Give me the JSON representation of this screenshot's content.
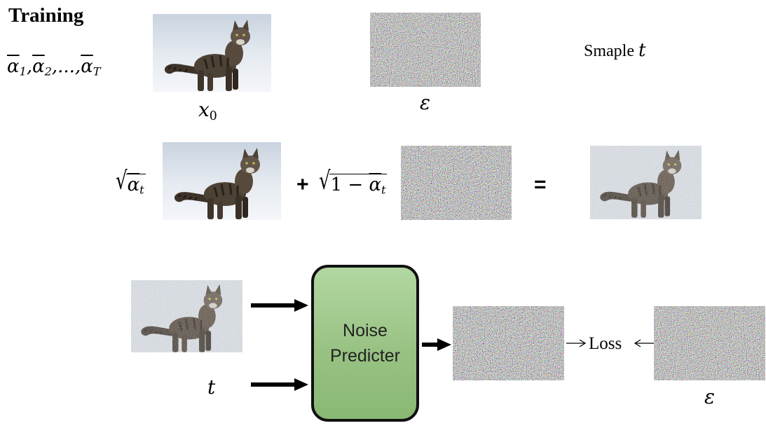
{
  "title": "Training",
  "alphas": {
    "alpha": "α",
    "s1": "1",
    "s2": "2",
    "sep": ",",
    "dots": ",...,",
    "sT": "T"
  },
  "labels": {
    "x": "x",
    "x_sub": "0",
    "eps": "ε",
    "smaple": "Smaple ",
    "t": "t",
    "eps_out": "ε"
  },
  "equation": {
    "alpha": "α",
    "sub_t": "t",
    "one_minus": "1 − ",
    "plus": "+",
    "equals": "="
  },
  "predictor": {
    "line1": "Noise",
    "line2": "Predicter"
  },
  "loss": "Loss",
  "colors": {
    "box_fill": "#98c283",
    "box_border": "#111111",
    "arrow": "#000000",
    "snow": "#dfe6ee",
    "cat": "#4a3f33"
  },
  "icons": [
    "cat-photo",
    "noise-image",
    "noisy-cat-photo",
    "right-arrow-icon",
    "left-arrow-icon"
  ]
}
